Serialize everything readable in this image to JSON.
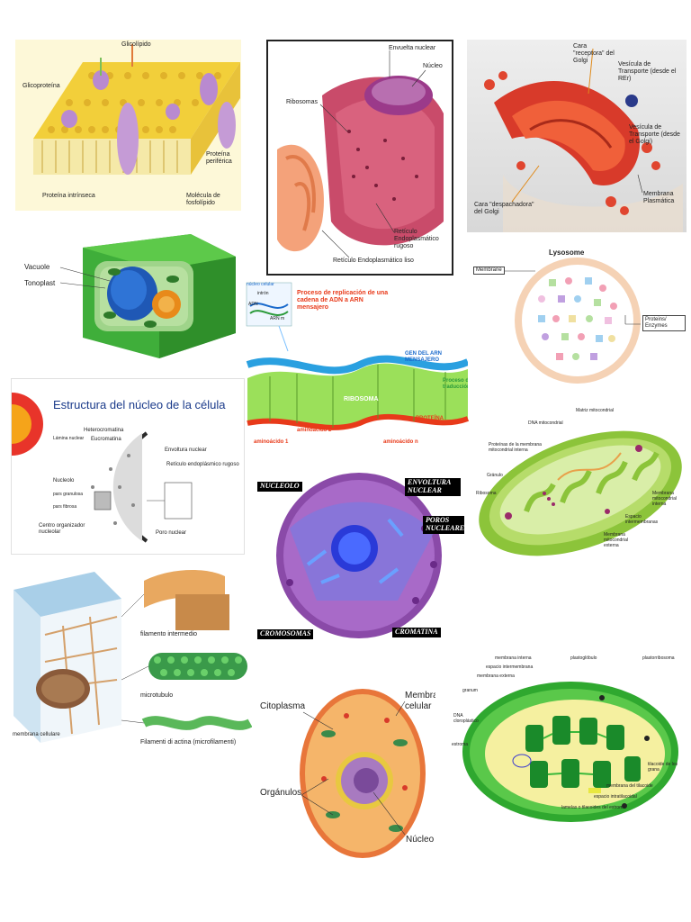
{
  "membrane": {
    "glicolipido": "Glicolípido",
    "glicoproteina": "Glicoproteína",
    "proteina_periferica": "Proteína periférica",
    "proteina_intrinseca": "Proteína intrínseca",
    "molecula_fosfolipido": "Molécula de fosfolípido"
  },
  "er": {
    "envuelta_nuclear": "Envuelta nuclear",
    "nucleo": "Núcleo",
    "ribosomas": "Ribosomas",
    "rer": "Retículo Endoplasmático rugoso",
    "rel": "Retículo Endoplasmático liso"
  },
  "golgi": {
    "cara_receptora": "Cara \"receptora\" del Golgi",
    "vesicula_ber": "Vesícula de Transporte (desde el REr)",
    "vesicula_golgi": "Vesícula de Transporte (desde el Golgi)",
    "cara_despachadora": "Cara \"despachadora\" del Golgi",
    "membrana_plasmatica": "Membrana Plasmática"
  },
  "plant_cell": {
    "vacuole": "Vacuole",
    "tonoplast": "Tonoplast"
  },
  "replication": {
    "nucleo_celular": "núcleo celular",
    "intron": "intrón",
    "adn": "ADN",
    "arn_m": "ARN m",
    "proceso_replicacion": "Proceso de replicación de una cadena de ADN a ARN mensajero",
    "gen_arn": "GEN DEL ARN MENSAJERO",
    "ribosoma": "RIBOSOMA",
    "proceso_traduccion": "Proceso de traducción",
    "proteina": "PROTEÍNA",
    "aa1": "aminoácido 1",
    "aa2": "aminoácido 2",
    "aan": "aminoácido n"
  },
  "lysosome": {
    "title": "Lysosome",
    "membrane": "Membrane",
    "proteins": "Proteins/ Enzymes"
  },
  "nucleus_struct": {
    "title": "Estructura del núcleo de la célula",
    "heterocromatina": "Heterocromatina",
    "eucromatina": "Eucromatina",
    "lamina_nuclear": "Lámina nuclear",
    "envoltura_nuclear": "Envoltura nuclear",
    "reticulo_rugoso": "Retículo endoplásmico rugoso",
    "nucleolo": "Nucleolo",
    "pars_granulosa": "pars granulosa",
    "pars_fibrosa": "pars fibrosa",
    "centro_organizador": "Centro organizador nucleolar",
    "poro_nuclear": "Poro nuclear"
  },
  "mitochondria": {
    "matriz": "Matriz mitocondrial",
    "dna": "DNA mitocondrial",
    "proteinas_membrana": "Proteínas de la membrana mitocondrial interna",
    "granulo": "Gránulo",
    "ribosoma": "Ribosoma",
    "membrana_interna": "Membrana mitocondrial interna",
    "espacio": "Espacio intermembranas",
    "membrana_externa": "Membrana mitocondrial externa"
  },
  "nucleus3d": {
    "nucleolo": "NUCLEOLO",
    "envoltura": "ENVOLTURA NUCLEAR",
    "poros": "POROS NUCLEARES",
    "cromosomas": "CROMOSOMAS",
    "cromatina": "CROMATINA"
  },
  "cytoskeleton": {
    "filamento_intermedio": "filamento intermedio",
    "microtubulo": "microtubulo",
    "filamenti_actina": "Filamenti di actina (microfilamenti)",
    "membrana_cellulare": "membrana cellulare"
  },
  "animal_cell": {
    "citoplasma": "Citoplasma",
    "membrana_celular": "Membrana celular",
    "organulos": "Orgánulos",
    "nucleo": "Núcleo"
  },
  "chloroplast": {
    "membrana_interna": "membrana interna",
    "espacio_intermembrana": "espacio intermembrana",
    "membrana_externa": "membrana externa",
    "granum": "granum",
    "dna": "DNA cloroplástico",
    "estroma": "estroma",
    "plastoglobulo": "plastoglóbulo",
    "plastorribosoma": "plastorribosoma",
    "tilacoide": "tilacoide de los grana",
    "membrana_tilacoide": "membrana del tilacoide",
    "espacio_intratilacoidal": "espacio intratilacoidal",
    "lamelas": "lamelas o tilacoides del estroma"
  }
}
